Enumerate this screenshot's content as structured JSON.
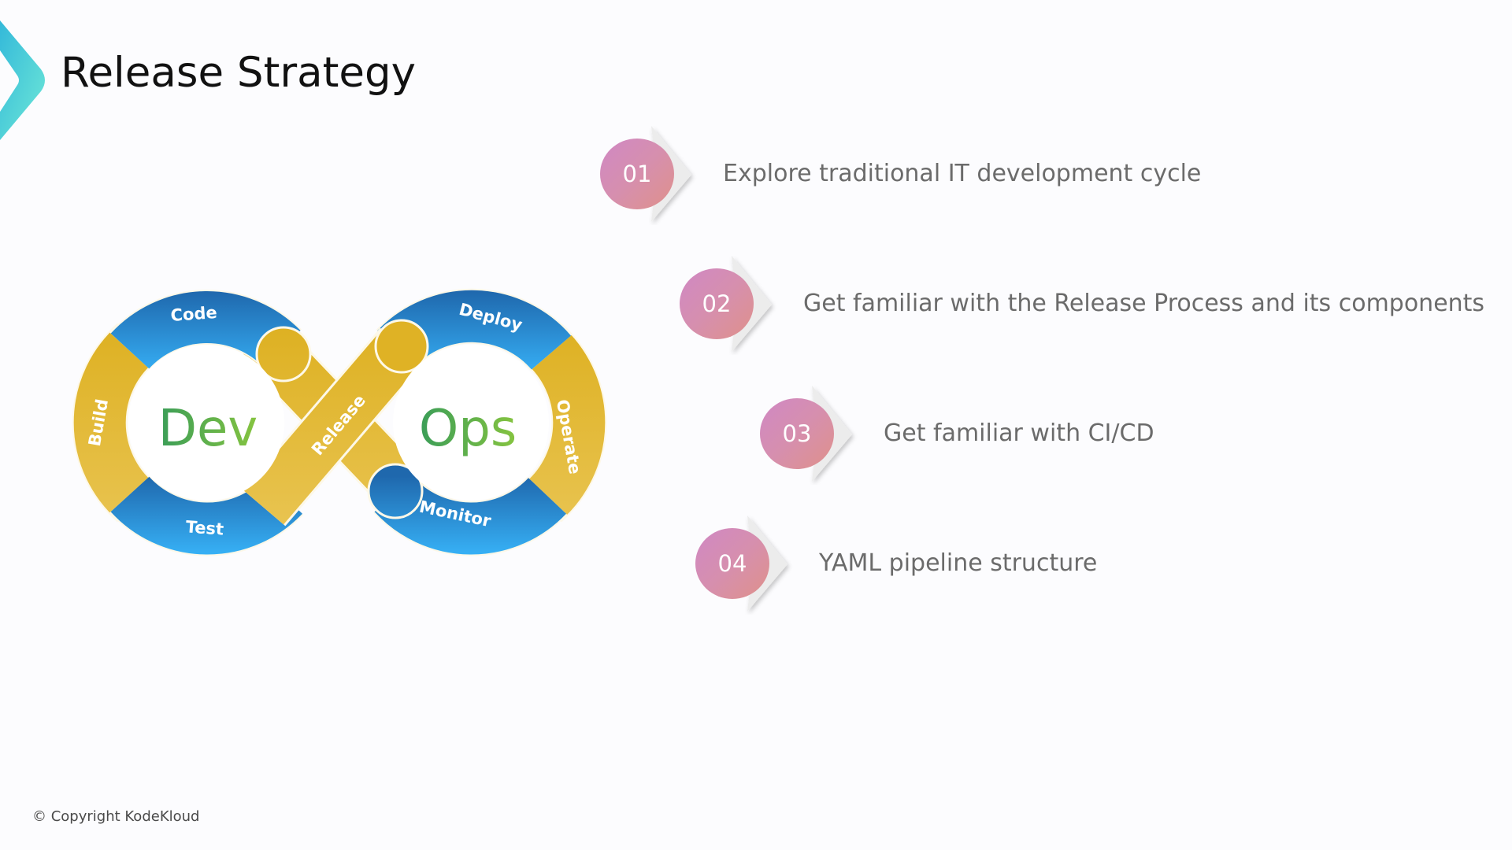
{
  "slide": {
    "title": "Release Strategy",
    "logo_icon": "chevron-right-icon",
    "copyright": "© Copyright KodeKloud"
  },
  "diagram": {
    "center_left": "Dev",
    "center_right": "Ops",
    "segments": {
      "code": "Code",
      "build": "Build",
      "test": "Test",
      "release": "Release",
      "deploy": "Deploy",
      "operate": "Operate",
      "monitor": "Monitor"
    },
    "colors": {
      "blue_top": "#1f6fb8",
      "blue_bottom": "#33aaf0",
      "yellow_top": "#deb01f",
      "yellow_bottom": "#e9c552",
      "green_dark": "#3a9d58",
      "green_light": "#86c440"
    }
  },
  "agenda": {
    "items": [
      {
        "number": "01",
        "text": "Explore traditional IT development cycle"
      },
      {
        "number": "02",
        "text": "Get familiar with the Release Process and its components"
      },
      {
        "number": "03",
        "text": "Get familiar with CI/CD"
      },
      {
        "number": "04",
        "text": "YAML pipeline structure"
      }
    ],
    "colors": {
      "circle_start": "#d088c4",
      "circle_end": "#df918a",
      "text": "#6b6b6b",
      "chevron": "#ececec"
    }
  }
}
